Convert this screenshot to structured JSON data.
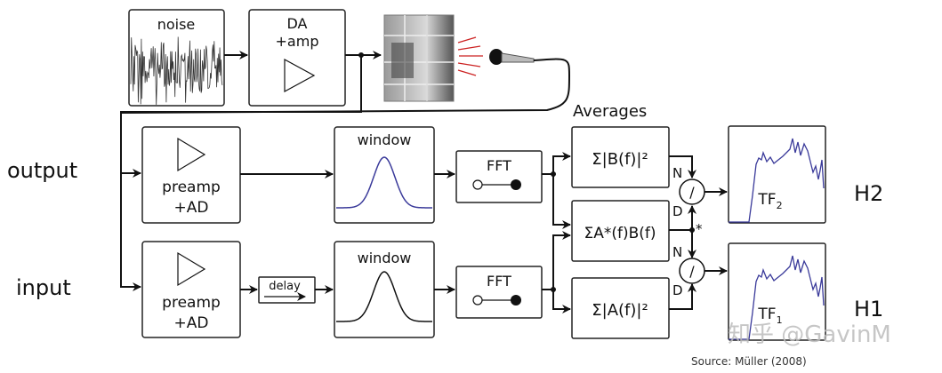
{
  "labels": {
    "noise": "noise",
    "da_line1": "DA",
    "da_line2": "+amp",
    "averages": "Averages",
    "output": "output",
    "input": "input",
    "preamp_line1": "preamp",
    "preamp_line2": "+AD",
    "window": "window",
    "delay": "delay",
    "fft": "FFT",
    "sum_b": "Σ|B(f)|²",
    "sum_ab": "ΣA*(f)B(f)",
    "sum_a": "Σ|A(f)|²",
    "divide": "/",
    "numerator": "N",
    "denominator": "D",
    "conjugate": "*",
    "tf2": "TF",
    "tf2_sub": "2",
    "tf1": "TF",
    "tf1_sub": "1",
    "h2": "H2",
    "h1": "H1",
    "watermark": "知乎 @GavinM",
    "source": "Source: Müller (2008)"
  },
  "colors": {
    "curve_blue": "#3a3a9a",
    "speaker_waves": "#cc2222"
  }
}
